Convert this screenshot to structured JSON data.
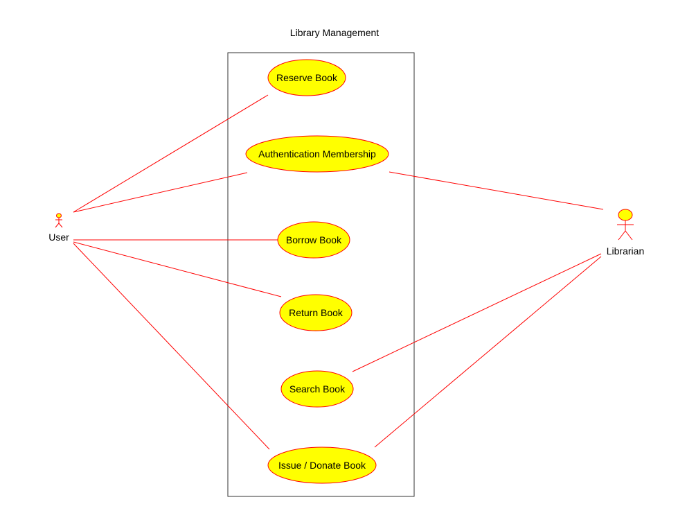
{
  "diagram": {
    "system_boundary": {
      "label": "Library Management"
    },
    "colors": {
      "line": "#ff0000",
      "usecase_fill": "#ffff00",
      "usecase_stroke": "#ff0000",
      "boundary": "#333333",
      "text": "#000000"
    },
    "actors": [
      {
        "id": "user",
        "label": "User"
      },
      {
        "id": "librarian",
        "label": "Librarian"
      }
    ],
    "use_cases": [
      {
        "id": "reserve",
        "label": "Reserve Book"
      },
      {
        "id": "auth",
        "label": "Authentication Membership"
      },
      {
        "id": "borrow",
        "label": "Borrow Book"
      },
      {
        "id": "return",
        "label": "Return Book"
      },
      {
        "id": "search",
        "label": "Search Book"
      },
      {
        "id": "issue",
        "label": "Issue / Donate Book"
      }
    ],
    "associations": [
      {
        "from": "user",
        "to": "reserve"
      },
      {
        "from": "user",
        "to": "auth"
      },
      {
        "from": "user",
        "to": "borrow"
      },
      {
        "from": "user",
        "to": "return"
      },
      {
        "from": "user",
        "to": "issue"
      },
      {
        "from": "librarian",
        "to": "auth"
      },
      {
        "from": "librarian",
        "to": "search"
      },
      {
        "from": "librarian",
        "to": "issue"
      }
    ]
  }
}
